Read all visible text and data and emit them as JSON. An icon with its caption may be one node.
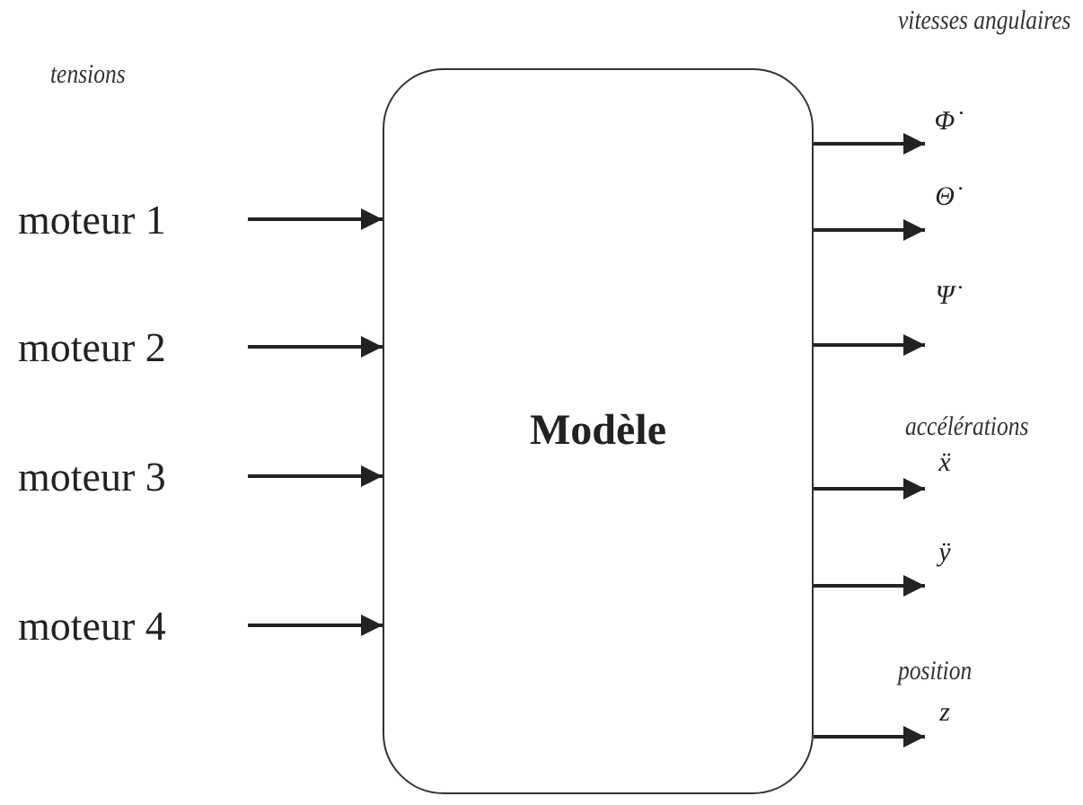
{
  "diagram": {
    "nodes": [
      {
        "text": [
          "Modèle"
        ]
      },
      {
        "text": [
          "moteur 1"
        ]
      },
      {
        "text": [
          "moteur 2"
        ]
      },
      {
        "text": [
          "moteur 3"
        ]
      },
      {
        "text": [
          "moteur 4"
        ]
      },
      {
        "text": [
          "Φ̇"
        ]
      },
      {
        "text": [
          "Θ̇"
        ]
      },
      {
        "text": [
          "Ψ̇"
        ]
      },
      {
        "text": [
          "ẍ"
        ]
      },
      {
        "text": [
          "ÿ"
        ]
      },
      {
        "text": [
          "z"
        ]
      }
    ],
    "edges": [
      {
        "from": 1,
        "to": 0,
        "arrow": "to"
      },
      {
        "from": 2,
        "to": 0,
        "arrow": "to"
      },
      {
        "from": 3,
        "to": 0,
        "arrow": "to"
      },
      {
        "from": 4,
        "to": 0,
        "arrow": "to"
      },
      {
        "from": 0,
        "to": 5,
        "arrow": "to"
      },
      {
        "from": 0,
        "to": 6,
        "arrow": "to"
      },
      {
        "from": 0,
        "to": 7,
        "arrow": "to"
      },
      {
        "from": 0,
        "to": 8,
        "arrow": "to"
      },
      {
        "from": 0,
        "to": 9,
        "arrow": "to"
      },
      {
        "from": 0,
        "to": 10,
        "arrow": "to"
      }
    ],
    "labels": [
      "tensions",
      "vitesses angulaires",
      "accélérations",
      "position"
    ]
  }
}
